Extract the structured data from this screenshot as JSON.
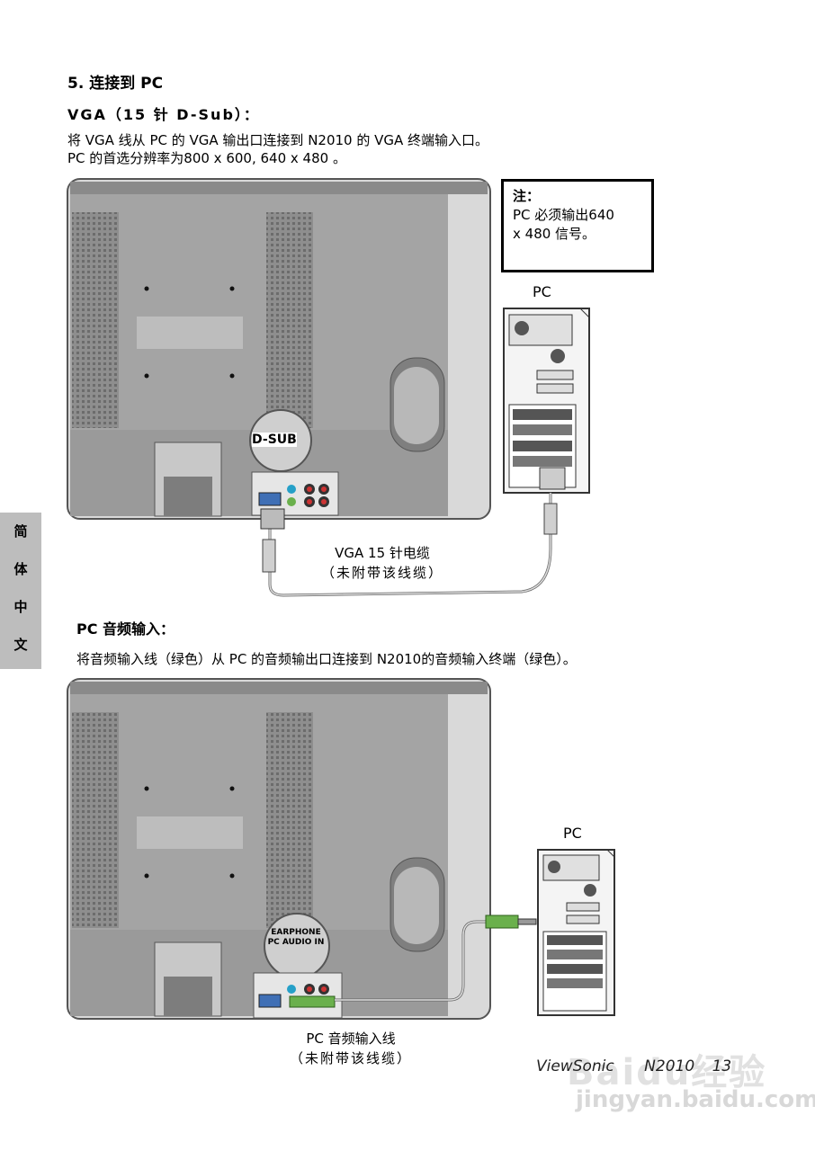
{
  "section_title": "5.  连接到 PC",
  "vga": {
    "subtitle": "VGA（15 针 D-Sub）：",
    "line1": "将 VGA 线从 PC 的 VGA 输出口连接到 N2010 的 VGA 终端输入口。",
    "line2": "PC 的首选分辨率为800 x 600, 640 x 480 。",
    "note_title": "注：",
    "note_line1": "PC 必须输出640",
    "note_line2": "x 480 信号。",
    "pc_label": "PC",
    "port_label": "D-SUB",
    "cable_line1": "VGA 15 针电缆",
    "cable_line2": "（未附带该线缆）"
  },
  "sidebar": {
    "chars": [
      "简",
      "体",
      "中",
      "文"
    ]
  },
  "audio": {
    "subtitle": "PC 音频输入：",
    "description": "将音频输入线（绿色）从 PC 的音频输出口连接到 N2010的音频输入终端（绿色）。",
    "pc_label": "PC",
    "port_line1": "EARPHONE",
    "port_line2": "PC AUDIO IN",
    "cable_line1": "PC 音频输入线",
    "cable_line2": "（未附带该线缆）"
  },
  "footer": {
    "brand": "ViewSonic",
    "model": "N2010",
    "page": "13"
  },
  "watermark": {
    "line1": "Baidu经验",
    "line2": "jingyan.baidu.com"
  },
  "colors": {
    "panel": "#9a9a9a",
    "panel_dark": "#7d7d7d",
    "frame": "#d8d8d8",
    "audio_green": "#6ab04c",
    "sidebar": "#bdbdbd"
  }
}
